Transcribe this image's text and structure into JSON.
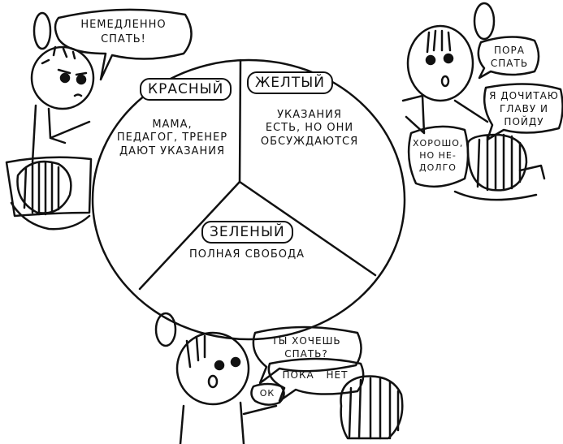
{
  "pie": {
    "red": {
      "title": "КРАСНЫЙ",
      "text": "МАМА,\nПЕДАГОГ, ТРЕНЕР\nДАЮТ УКАЗАНИЯ"
    },
    "yellow": {
      "title": "ЖЕЛТЫЙ",
      "text": "УКАЗАНИЯ\nЕСТЬ, НО ОНИ\nОБСУЖДАЮТСЯ"
    },
    "green": {
      "title": "ЗЕЛЕНЫЙ",
      "text": "ПОЛНАЯ СВОБОДА"
    }
  },
  "bubbles": {
    "top_left": "НЕМЕДЛЕННО\nСПАТЬ!",
    "right_mom": "ПОРА\nСПАТЬ",
    "right_kid": "Я ДОЧИТАЮ\nГЛАВУ И\nПОЙДУ",
    "right_mom_reply": "ХОРОШО,\nНО НЕ-\nДОЛГО",
    "bottom_mom": "ТЫ ХОЧЕШЬ\nСПАТЬ?",
    "bottom_kid": "ПОКА НЕТ",
    "bottom_mom_reply": "ОК"
  },
  "colors": {
    "ink": "#111111",
    "paper": "#ffffff"
  }
}
